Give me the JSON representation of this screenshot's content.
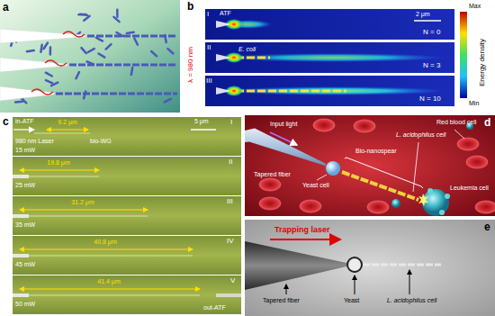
{
  "diagram": {
    "nodes": [
      {
        "text": [
          "a"
        ]
      },
      {
        "text": [
          "b",
          "I",
          "ATF",
          "2 μm",
          "Max",
          "λ = 980 nm",
          "Energy density",
          "N = 0",
          "II",
          "E. coli",
          "N = 3",
          "III",
          "N = 10",
          "Min"
        ]
      },
      {
        "text": [
          "c",
          "I",
          "in-ATF",
          "9.2 μm",
          "5 μm",
          "980 nm Laser",
          "bio-WG",
          "15 mW",
          "II",
          "19.8 μm",
          "25 mW",
          "III",
          "31.2 μm",
          "35 mW",
          "IV",
          "40.8 μm",
          "45 mW",
          "V",
          "41.4 μm",
          "50 mW",
          "out-ATF"
        ]
      },
      {
        "text": [
          "d",
          "Input light",
          "Red blood cell",
          "Tapered fiber",
          "Bio-nanospear",
          "Yeast cell",
          "L. acidophilus cell",
          "Leukemia cell"
        ]
      },
      {
        "text": [
          "e",
          "Trapping laser",
          "Tapered fiber",
          "Yeast",
          "L. acidophilus cell"
        ]
      }
    ]
  }
}
